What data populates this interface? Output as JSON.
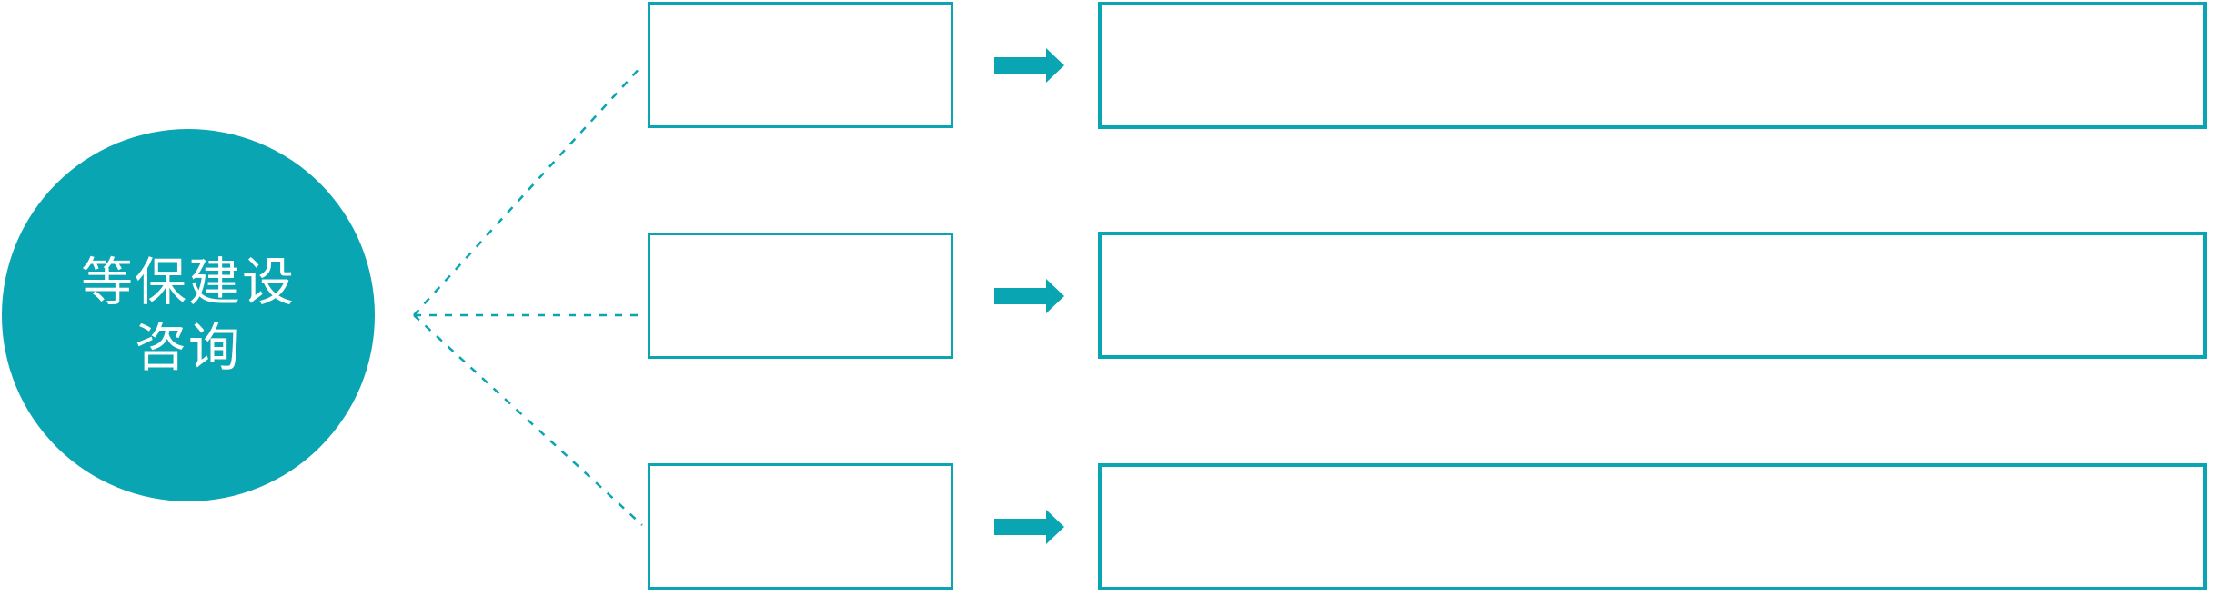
{
  "diagram": {
    "type": "fan-out-flow",
    "root": {
      "label_lines": [
        "等保建设",
        "咨询"
      ]
    },
    "rows": [
      {
        "small_box_text": "",
        "large_box_text": ""
      },
      {
        "small_box_text": "",
        "large_box_text": ""
      },
      {
        "small_box_text": "",
        "large_box_text": ""
      }
    ],
    "colors": {
      "teal": "#0aa5b2",
      "text_on_teal": "#ffffff",
      "background": "#ffffff"
    }
  }
}
